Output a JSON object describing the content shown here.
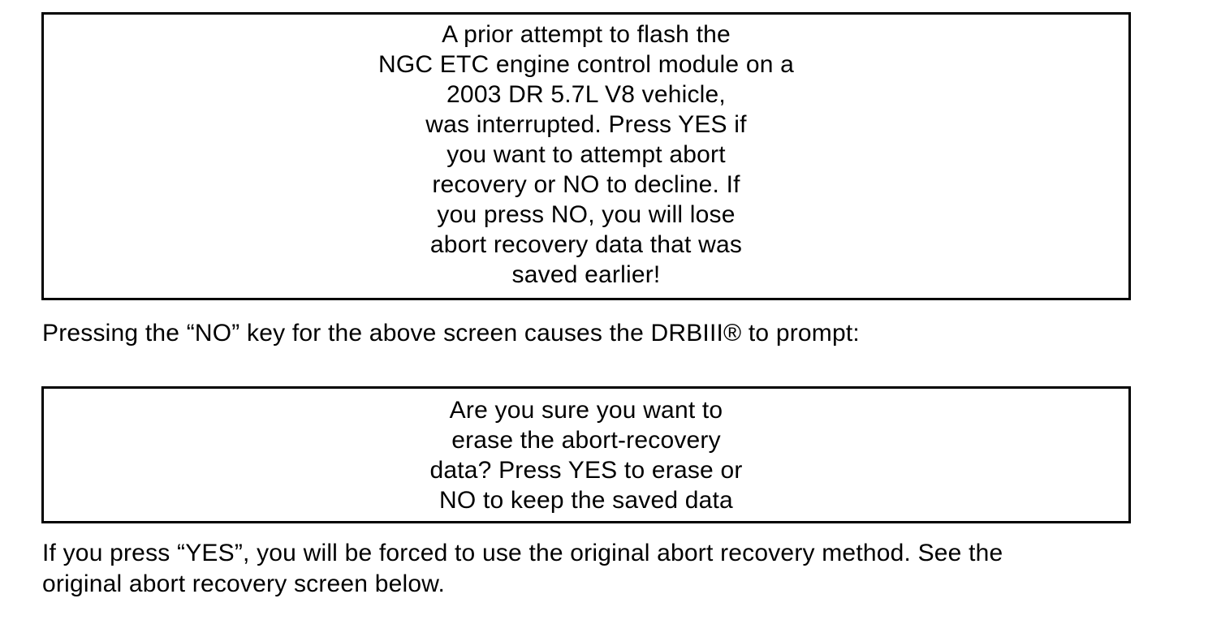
{
  "document": {
    "screen1": {
      "lines": [
        "A prior attempt to flash the",
        "NGC ETC engine control module on a",
        "2003 DR 5.7L V8 vehicle,",
        "was interrupted. Press YES if",
        "you want to attempt abort",
        "recovery or NO to decline. If",
        "you press NO, you will lose",
        "abort recovery data that was",
        "saved earlier!"
      ]
    },
    "between_paragraph": "Pressing the “NO” key for the above screen causes the DRBIII® to prompt:",
    "screen2": {
      "lines": [
        "Are you sure you want to",
        "erase the abort-recovery",
        "data? Press YES to erase or",
        "NO to keep the saved data"
      ]
    },
    "footer_paragraph_lines": [
      "If you press “YES”, you will be forced to use the original abort recovery method. See the",
      "original abort recovery screen below."
    ]
  },
  "colors": {
    "text": "#000000",
    "background": "#ffffff",
    "box_border": "#000000"
  }
}
